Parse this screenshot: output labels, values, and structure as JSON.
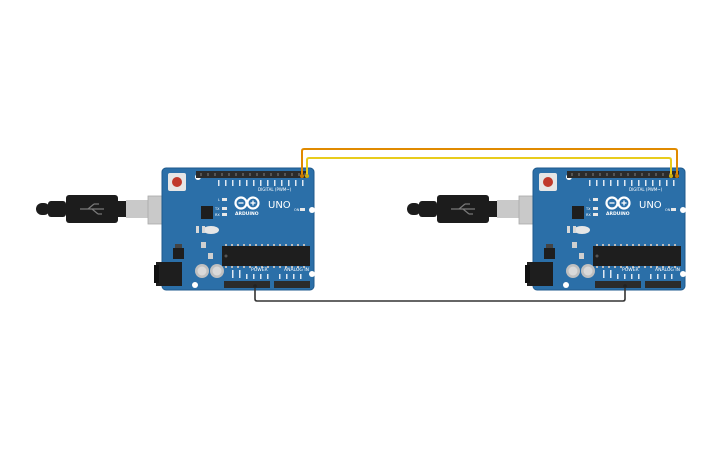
{
  "boards": [
    {
      "id": "left",
      "brand": "ARDUINO",
      "model": "UNO",
      "digital_label": "DIGITAL (PWM~)",
      "power_label": "POWER",
      "analog_label": "ANALOG IN",
      "on_label": "ON",
      "l_label": "L",
      "tx_label": "TX",
      "rx_label": "RX"
    },
    {
      "id": "right",
      "brand": "ARDUINO",
      "model": "UNO",
      "digital_label": "DIGITAL (PWM~)",
      "power_label": "POWER",
      "analog_label": "ANALOG IN",
      "on_label": "ON",
      "l_label": "L",
      "tx_label": "TX",
      "rx_label": "RX"
    }
  ],
  "wires": [
    {
      "name": "wire-orange",
      "color": "#e08a00"
    },
    {
      "name": "wire-yellow",
      "color": "#e8cc1c"
    },
    {
      "name": "wire-ground",
      "color": "#333333"
    }
  ],
  "colors": {
    "board": "#2b6fa8",
    "board_edge": "#1f5a8c",
    "header": "#2b2b2b",
    "chip": "#1e1e1e",
    "usb_metal": "#c9c9c9",
    "cable": "#1c1c1c",
    "reset": "#c0392b"
  }
}
